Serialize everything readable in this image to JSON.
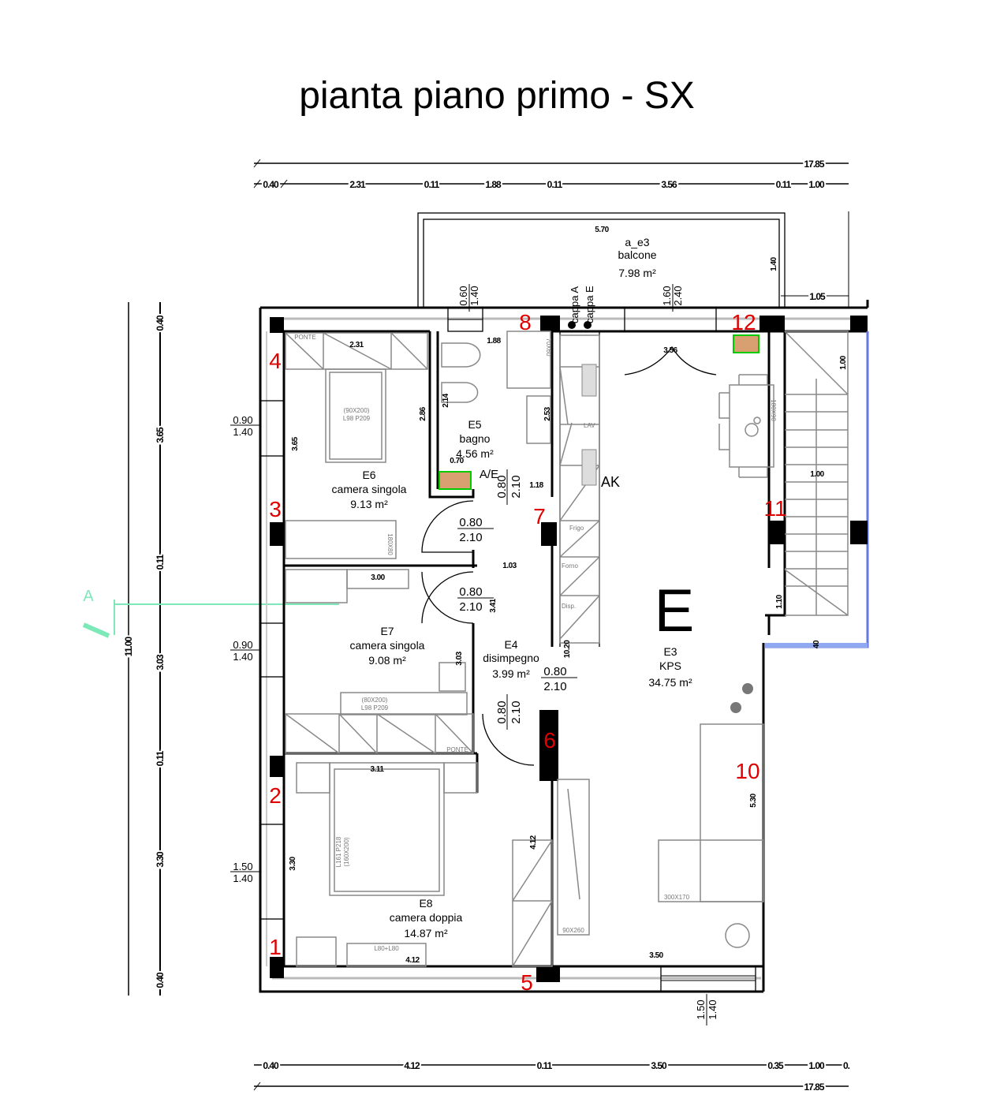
{
  "title": "pianta piano primo - SX",
  "dimensions": {
    "top_total": "17.85",
    "top": [
      "0.40",
      "2.31",
      "0.11",
      "1.88",
      "0.11",
      "3.56",
      "0.11",
      "1.00"
    ],
    "bottom": [
      "0.40",
      "4.12",
      "0.11",
      "3.50",
      "0.35",
      "1.00",
      "0."
    ],
    "bottom_total": "17.85",
    "left_total": "11.00",
    "left": [
      "0.40",
      "3.65",
      "0.11",
      "3.03",
      "0.11",
      "3.30",
      "0.40"
    ],
    "balcony_offset": "1.05"
  },
  "windows": {
    "left": [
      {
        "w": "0.90",
        "h": "1.40"
      },
      {
        "w": "0.90",
        "h": "1.40"
      },
      {
        "w": "1.50",
        "h": "1.40"
      }
    ],
    "top_bath": {
      "w": "0.60",
      "h": "1.40"
    },
    "top_door": {
      "w": "1.60",
      "h": "2.40"
    },
    "bottom": {
      "w": "1.50",
      "h": "1.40"
    }
  },
  "doors": [
    {
      "w": "0.80",
      "h": "2.10"
    },
    {
      "w": "0.80",
      "h": "2.10"
    },
    {
      "w": "0.80",
      "h": "2.10"
    },
    {
      "w": "0.80",
      "h": "2.10"
    },
    {
      "w": "0.80",
      "h": "2.10"
    }
  ],
  "rooms": {
    "balcony": {
      "code": "a_e3",
      "name": "balcone",
      "area": "7.98 m²",
      "dim_w": "5.70",
      "dim_h": "1.40"
    },
    "e5": {
      "code": "E5",
      "name": "bagno",
      "area": "4.56 m²"
    },
    "e6": {
      "code": "E6",
      "name": "camera singola",
      "area": "9.13 m²"
    },
    "e7": {
      "code": "E7",
      "name": "camera singola",
      "area": "9.08 m²"
    },
    "e4": {
      "code": "E4",
      "name": "disimpegno",
      "area": "3.99 m²"
    },
    "e8": {
      "code": "E8",
      "name": "camera doppia",
      "area": "14.87 m²"
    },
    "e3": {
      "letter": "E",
      "code": "E3",
      "name": "KPS",
      "area": "34.75 m²"
    }
  },
  "pillars": [
    "1",
    "2",
    "3",
    "4",
    "5",
    "6",
    "7",
    "8",
    "10",
    "11",
    "12"
  ],
  "section_marker": "A",
  "inner_dims": {
    "e6_w": "2.31",
    "e6_h": "3.65",
    "bath_w": "1.88",
    "bath_h": "2.86",
    "bath_wc": "2.14",
    "bath_sink": "2.53",
    "shaft": "0.70",
    "kitchen_gap": "1.18",
    "corridor": "1.03",
    "e7_w": "3.00",
    "e7_h": "3.03",
    "e4_h": "3.41",
    "kitchen_len": "10.20",
    "e8_w": "3.11",
    "e8_h": "3.30",
    "e8_wall": "4.12",
    "e8_desk": "4.12",
    "kps_w": "3.50",
    "kps_h": "5.30",
    "balcony_door": "3.56",
    "stair_top": "1.00",
    "stair_mid": "1.00",
    "stair_land": "1.10",
    "stair_bottom": "40"
  },
  "labels": {
    "cappa_a": "cappa A",
    "cappa_e": "cappa E",
    "ae": "A/E",
    "ak": "AK",
    "ponte_1": "PONTE",
    "ponte_2": "PONTE",
    "bed_e6": "(90X200)",
    "bed_e6_b": "L98 P209",
    "bed_e7": "(80X200)",
    "bed_e7_b": "L98 P209",
    "bed_e8": "L161 P218",
    "bed_e8_b": "(160X200)",
    "desk_e6": "180X80",
    "table": "180X90",
    "fridge": "Frigo",
    "oven": "Forno",
    "disp": "Disp.",
    "lav": "LAV",
    "desk_e8": "L80+L80",
    "wardrobe": "90X260",
    "sofa": "300X170",
    "fridge_box": "70X60"
  }
}
